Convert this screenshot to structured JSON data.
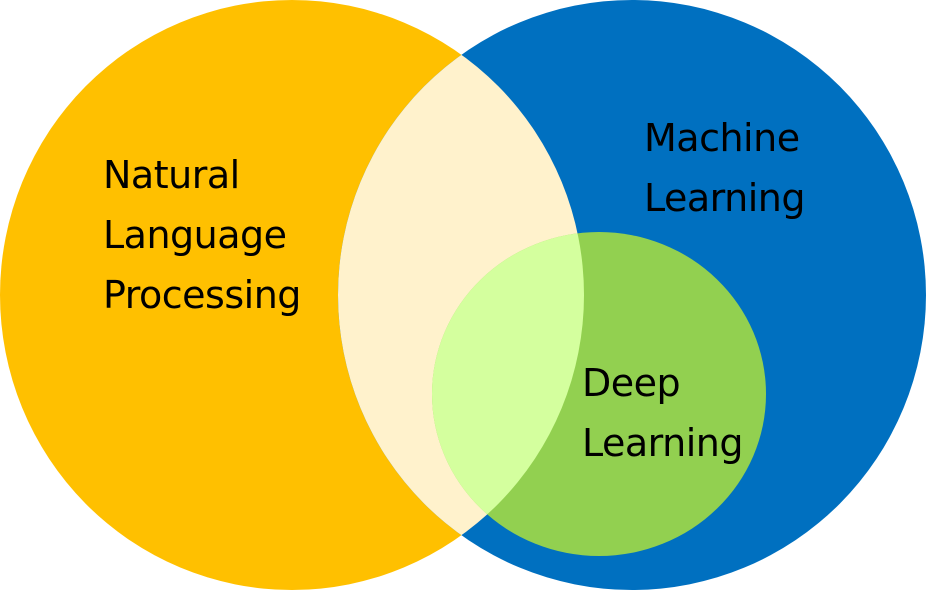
{
  "diagram": {
    "type": "venn",
    "sets": [
      {
        "id": "nlp",
        "lines": [
          "Natural",
          "Language",
          "Processing"
        ],
        "color": "#FFC000"
      },
      {
        "id": "ml",
        "lines": [
          "Machine",
          "Learning"
        ],
        "color": "#0070C0"
      },
      {
        "id": "dl",
        "lines": [
          "Deep",
          "Learning"
        ],
        "color": "#92D050"
      }
    ],
    "overlaps": {
      "nlp_ml": "#FFF2CC",
      "nlp_dl": "#D4FF9E"
    }
  }
}
